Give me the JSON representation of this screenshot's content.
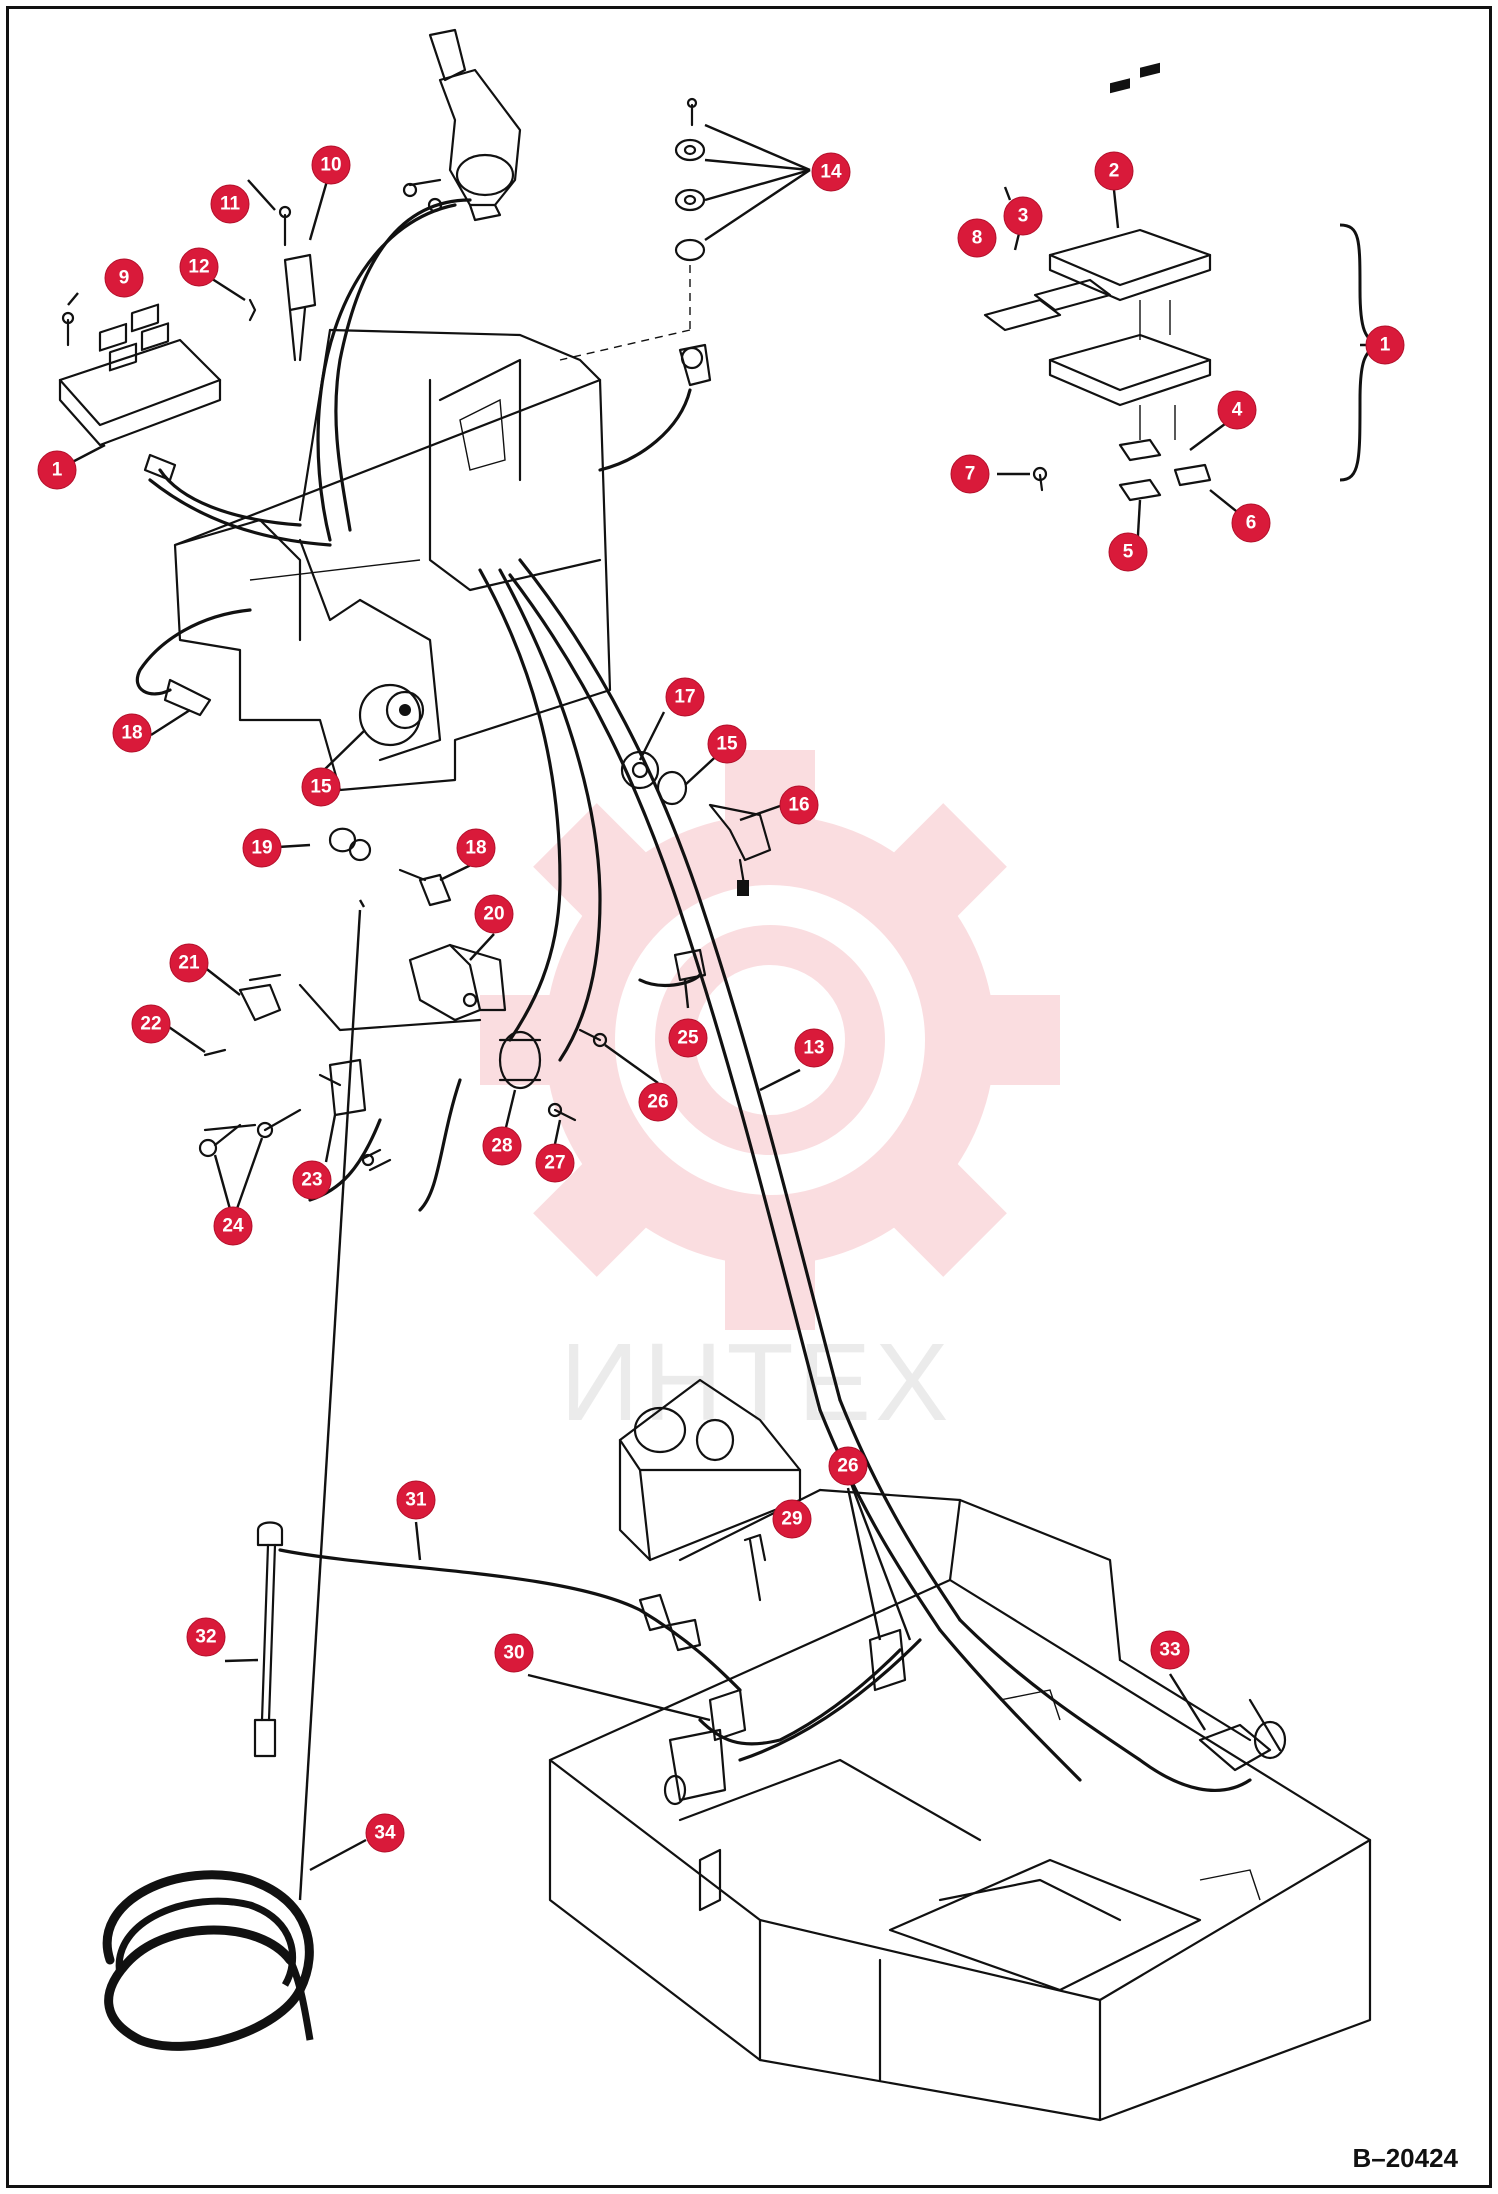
{
  "diagram": {
    "reference_code": "B–20424",
    "watermark_text": "ИНТЕХ",
    "accent_color": "#d91a3a",
    "callouts": [
      {
        "id": "c1a",
        "label": "1"
      },
      {
        "id": "c1b",
        "label": "1"
      },
      {
        "id": "c2",
        "label": "2"
      },
      {
        "id": "c3",
        "label": "3"
      },
      {
        "id": "c4",
        "label": "4"
      },
      {
        "id": "c5",
        "label": "5"
      },
      {
        "id": "c6",
        "label": "6"
      },
      {
        "id": "c7",
        "label": "7"
      },
      {
        "id": "c8",
        "label": "8"
      },
      {
        "id": "c9",
        "label": "9"
      },
      {
        "id": "c10",
        "label": "10"
      },
      {
        "id": "c11",
        "label": "11"
      },
      {
        "id": "c12",
        "label": "12"
      },
      {
        "id": "c13",
        "label": "13"
      },
      {
        "id": "c14",
        "label": "14"
      },
      {
        "id": "c15a",
        "label": "15"
      },
      {
        "id": "c15b",
        "label": "15"
      },
      {
        "id": "c16",
        "label": "16"
      },
      {
        "id": "c17",
        "label": "17"
      },
      {
        "id": "c18a",
        "label": "18"
      },
      {
        "id": "c18b",
        "label": "18"
      },
      {
        "id": "c19",
        "label": "19"
      },
      {
        "id": "c20",
        "label": "20"
      },
      {
        "id": "c21",
        "label": "21"
      },
      {
        "id": "c22",
        "label": "22"
      },
      {
        "id": "c23",
        "label": "23"
      },
      {
        "id": "c24",
        "label": "24"
      },
      {
        "id": "c25",
        "label": "25"
      },
      {
        "id": "c26a",
        "label": "26"
      },
      {
        "id": "c26b",
        "label": "26"
      },
      {
        "id": "c27",
        "label": "27"
      },
      {
        "id": "c28",
        "label": "28"
      },
      {
        "id": "c29",
        "label": "29"
      },
      {
        "id": "c30",
        "label": "30"
      },
      {
        "id": "c31",
        "label": "31"
      },
      {
        "id": "c32",
        "label": "32"
      },
      {
        "id": "c33",
        "label": "33"
      },
      {
        "id": "c34",
        "label": "34"
      }
    ]
  }
}
